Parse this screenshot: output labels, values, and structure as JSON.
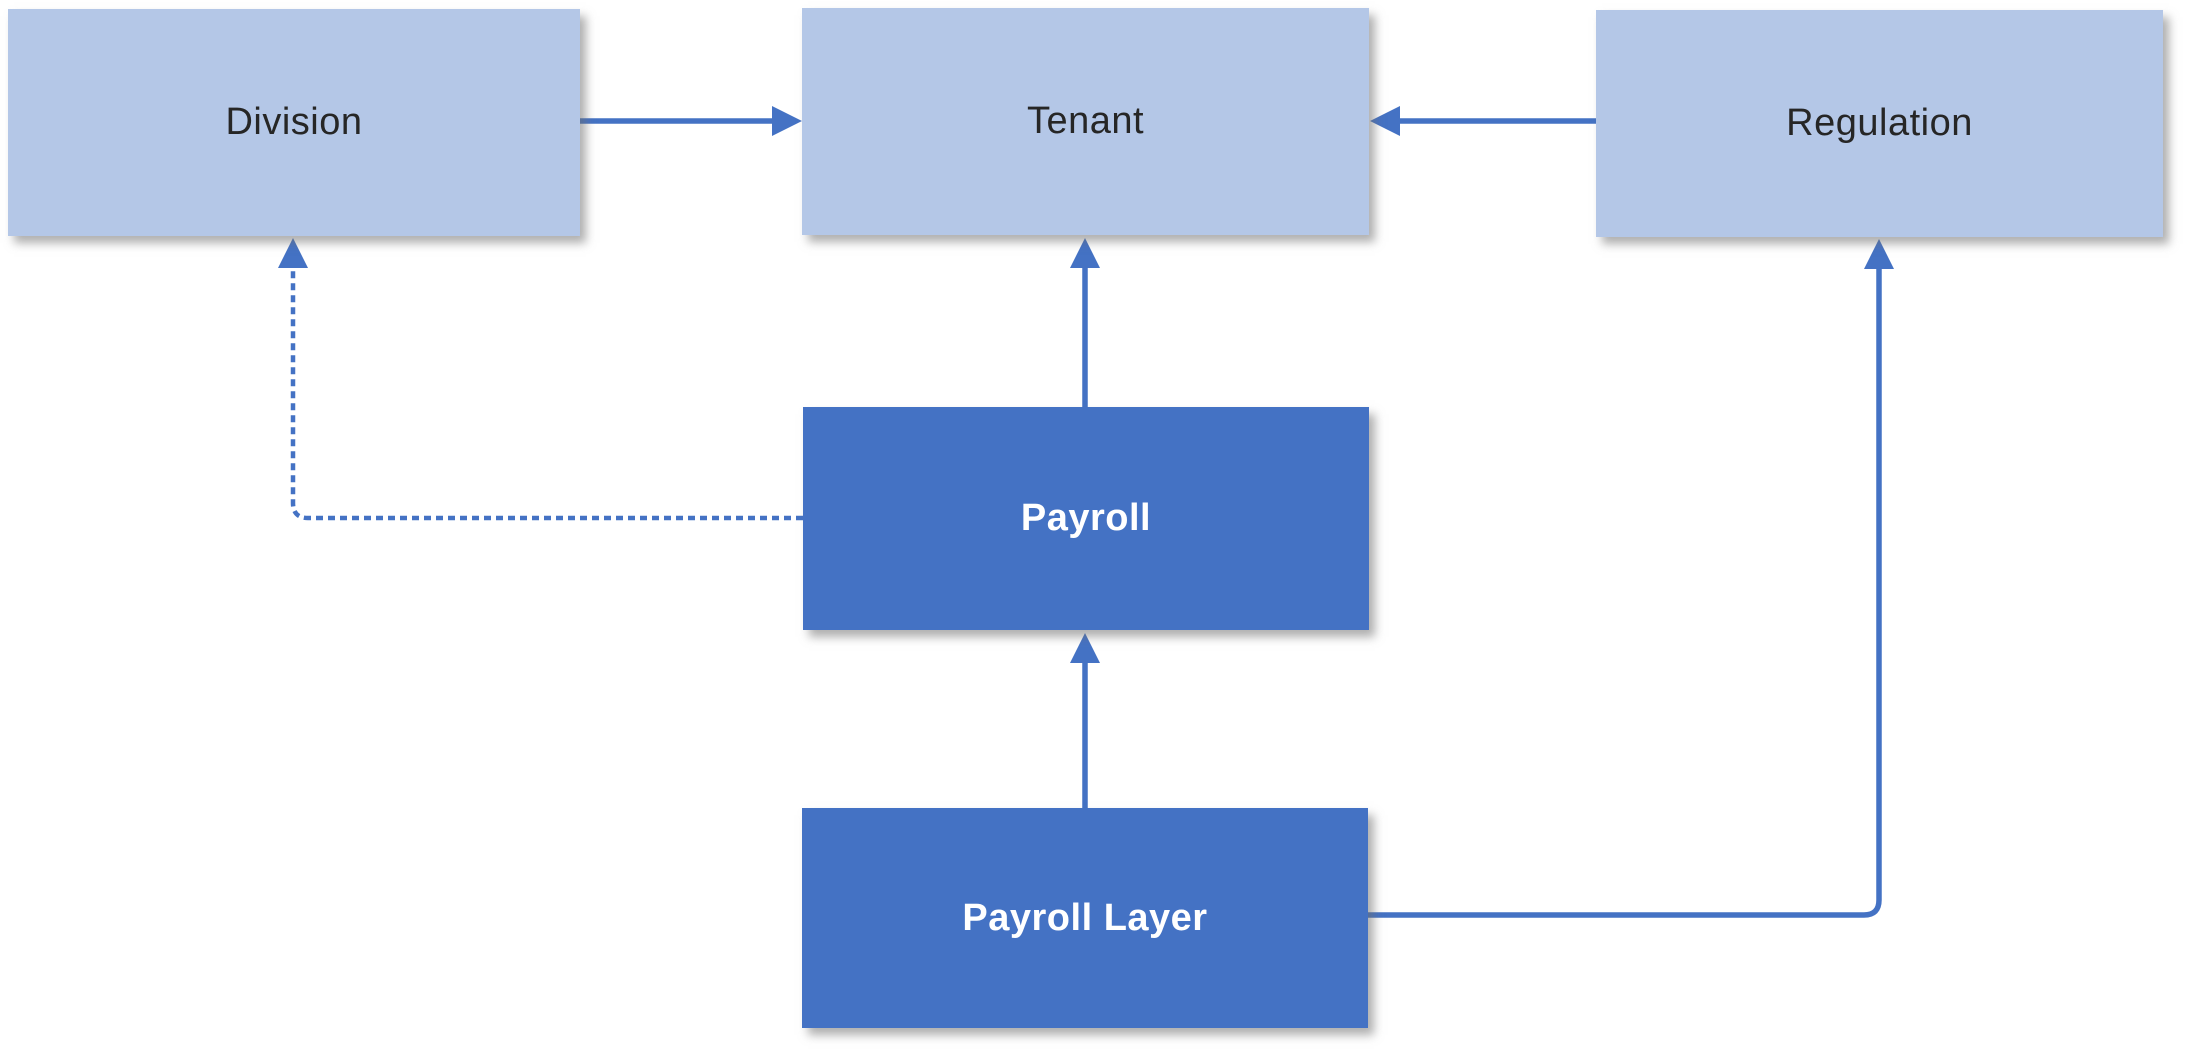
{
  "diagram": {
    "nodes": [
      {
        "id": "division",
        "label": "Division",
        "style": "light"
      },
      {
        "id": "tenant",
        "label": "Tenant",
        "style": "light"
      },
      {
        "id": "regulation",
        "label": "Regulation",
        "style": "light"
      },
      {
        "id": "payroll",
        "label": "Payroll",
        "style": "dark"
      },
      {
        "id": "payroll-layer",
        "label": "Payroll Layer",
        "style": "dark"
      }
    ],
    "edges": [
      {
        "from": "division",
        "to": "tenant",
        "line": "solid",
        "shape": "straight-horizontal"
      },
      {
        "from": "regulation",
        "to": "tenant",
        "line": "solid",
        "shape": "straight-horizontal"
      },
      {
        "from": "payroll",
        "to": "tenant",
        "line": "solid",
        "shape": "straight-vertical"
      },
      {
        "from": "payroll-layer",
        "to": "payroll",
        "line": "solid",
        "shape": "straight-vertical"
      },
      {
        "from": "payroll",
        "to": "division",
        "line": "dashed",
        "shape": "elbow-left-up"
      },
      {
        "from": "payroll-layer",
        "to": "regulation",
        "line": "solid",
        "shape": "elbow-right-up"
      }
    ],
    "colors": {
      "light_node_fill": "#b4c7e7",
      "dark_node_fill": "#4472c4",
      "connector": "#4472c4",
      "light_node_text": "#262626",
      "dark_node_text": "#ffffff",
      "background": "#ffffff"
    }
  }
}
